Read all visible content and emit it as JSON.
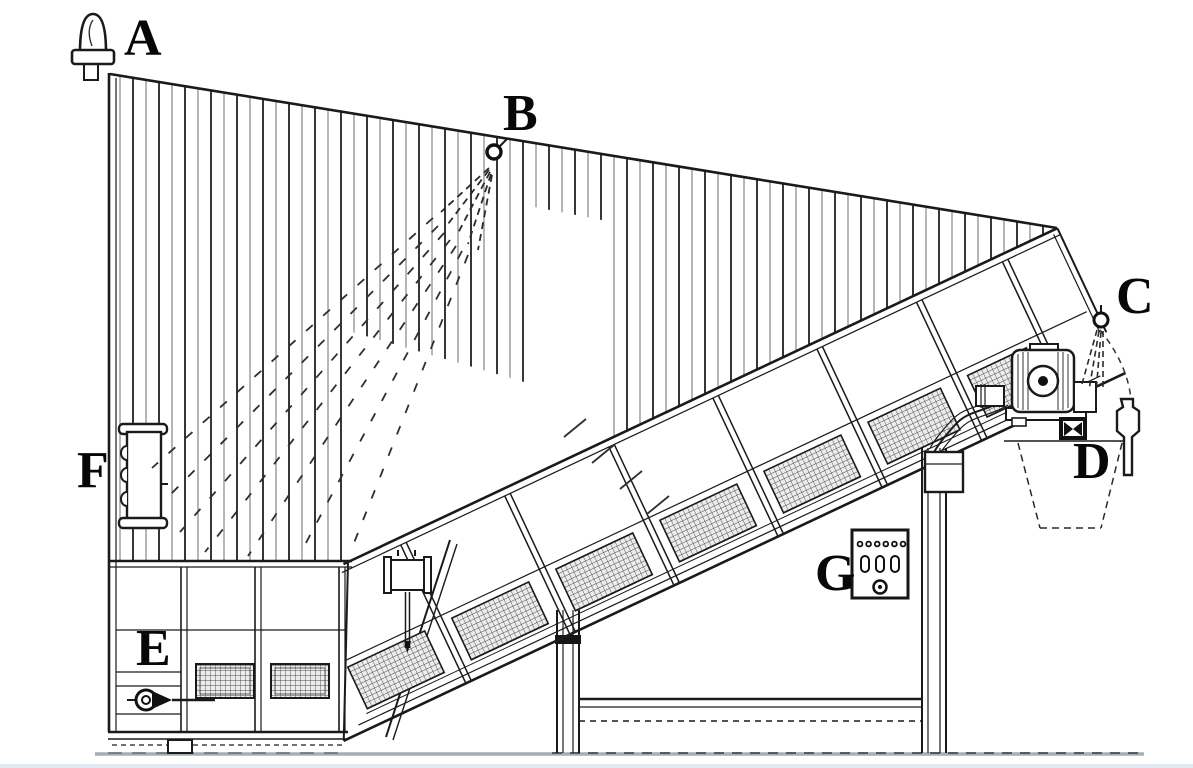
{
  "diagram": {
    "labels": {
      "a": "A",
      "b": "B",
      "c": "C",
      "d": "D",
      "e": "E",
      "f": "F",
      "g": "G"
    }
  },
  "control_panel": {
    "indicator_dots": 6,
    "buttons": 3,
    "knobs": 1
  },
  "colors": {
    "line": "#1a1a1a",
    "ground": "#a7adb3",
    "background": "#ffffff"
  }
}
